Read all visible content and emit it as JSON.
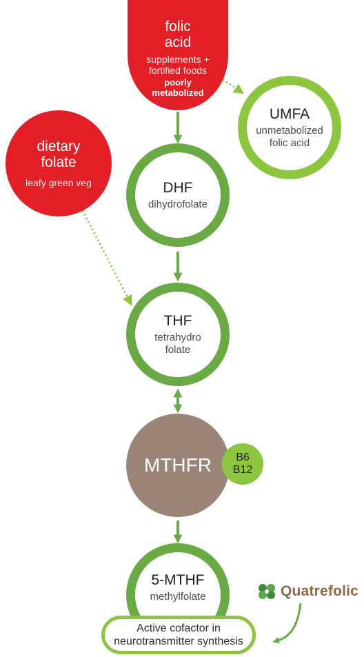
{
  "colors": {
    "red": "#e21f26",
    "green_dark": "#6aaa45",
    "green_light": "#8cc63f",
    "brown": "#9a8578",
    "logo_text": "#8a6a4a"
  },
  "nodes": {
    "folic_acid": {
      "title_line1": "folic",
      "title_line2": "acid",
      "sub_line1": "supplements +",
      "sub_line2": "fortified foods",
      "note_line1": "poorly",
      "note_line2": "metabolized"
    },
    "dietary_folate": {
      "title_line1": "dietary",
      "title_line2": "folate",
      "sub": "leafy green veg"
    },
    "umfa": {
      "title": "UMFA",
      "sub_line1": "unmetabolized",
      "sub_line2": "folic acid"
    },
    "dhf": {
      "title": "DHF",
      "sub": "dihydrofolate"
    },
    "thf": {
      "title": "THF",
      "sub_line1": "tetrahydro",
      "sub_line2": "folate"
    },
    "mthfr": {
      "title": "MTHFR"
    },
    "cofactors": {
      "line1": "B6",
      "line2": "B12"
    },
    "five_mthf": {
      "title": "5-MTHF",
      "sub": "methylfolate"
    },
    "outcome": {
      "line1": "Active cofactor in",
      "line2": "neurotransmitter synthesis"
    }
  },
  "logo": {
    "name": "Quatrefolic",
    "icon": "four-leaf-clover-icon"
  }
}
